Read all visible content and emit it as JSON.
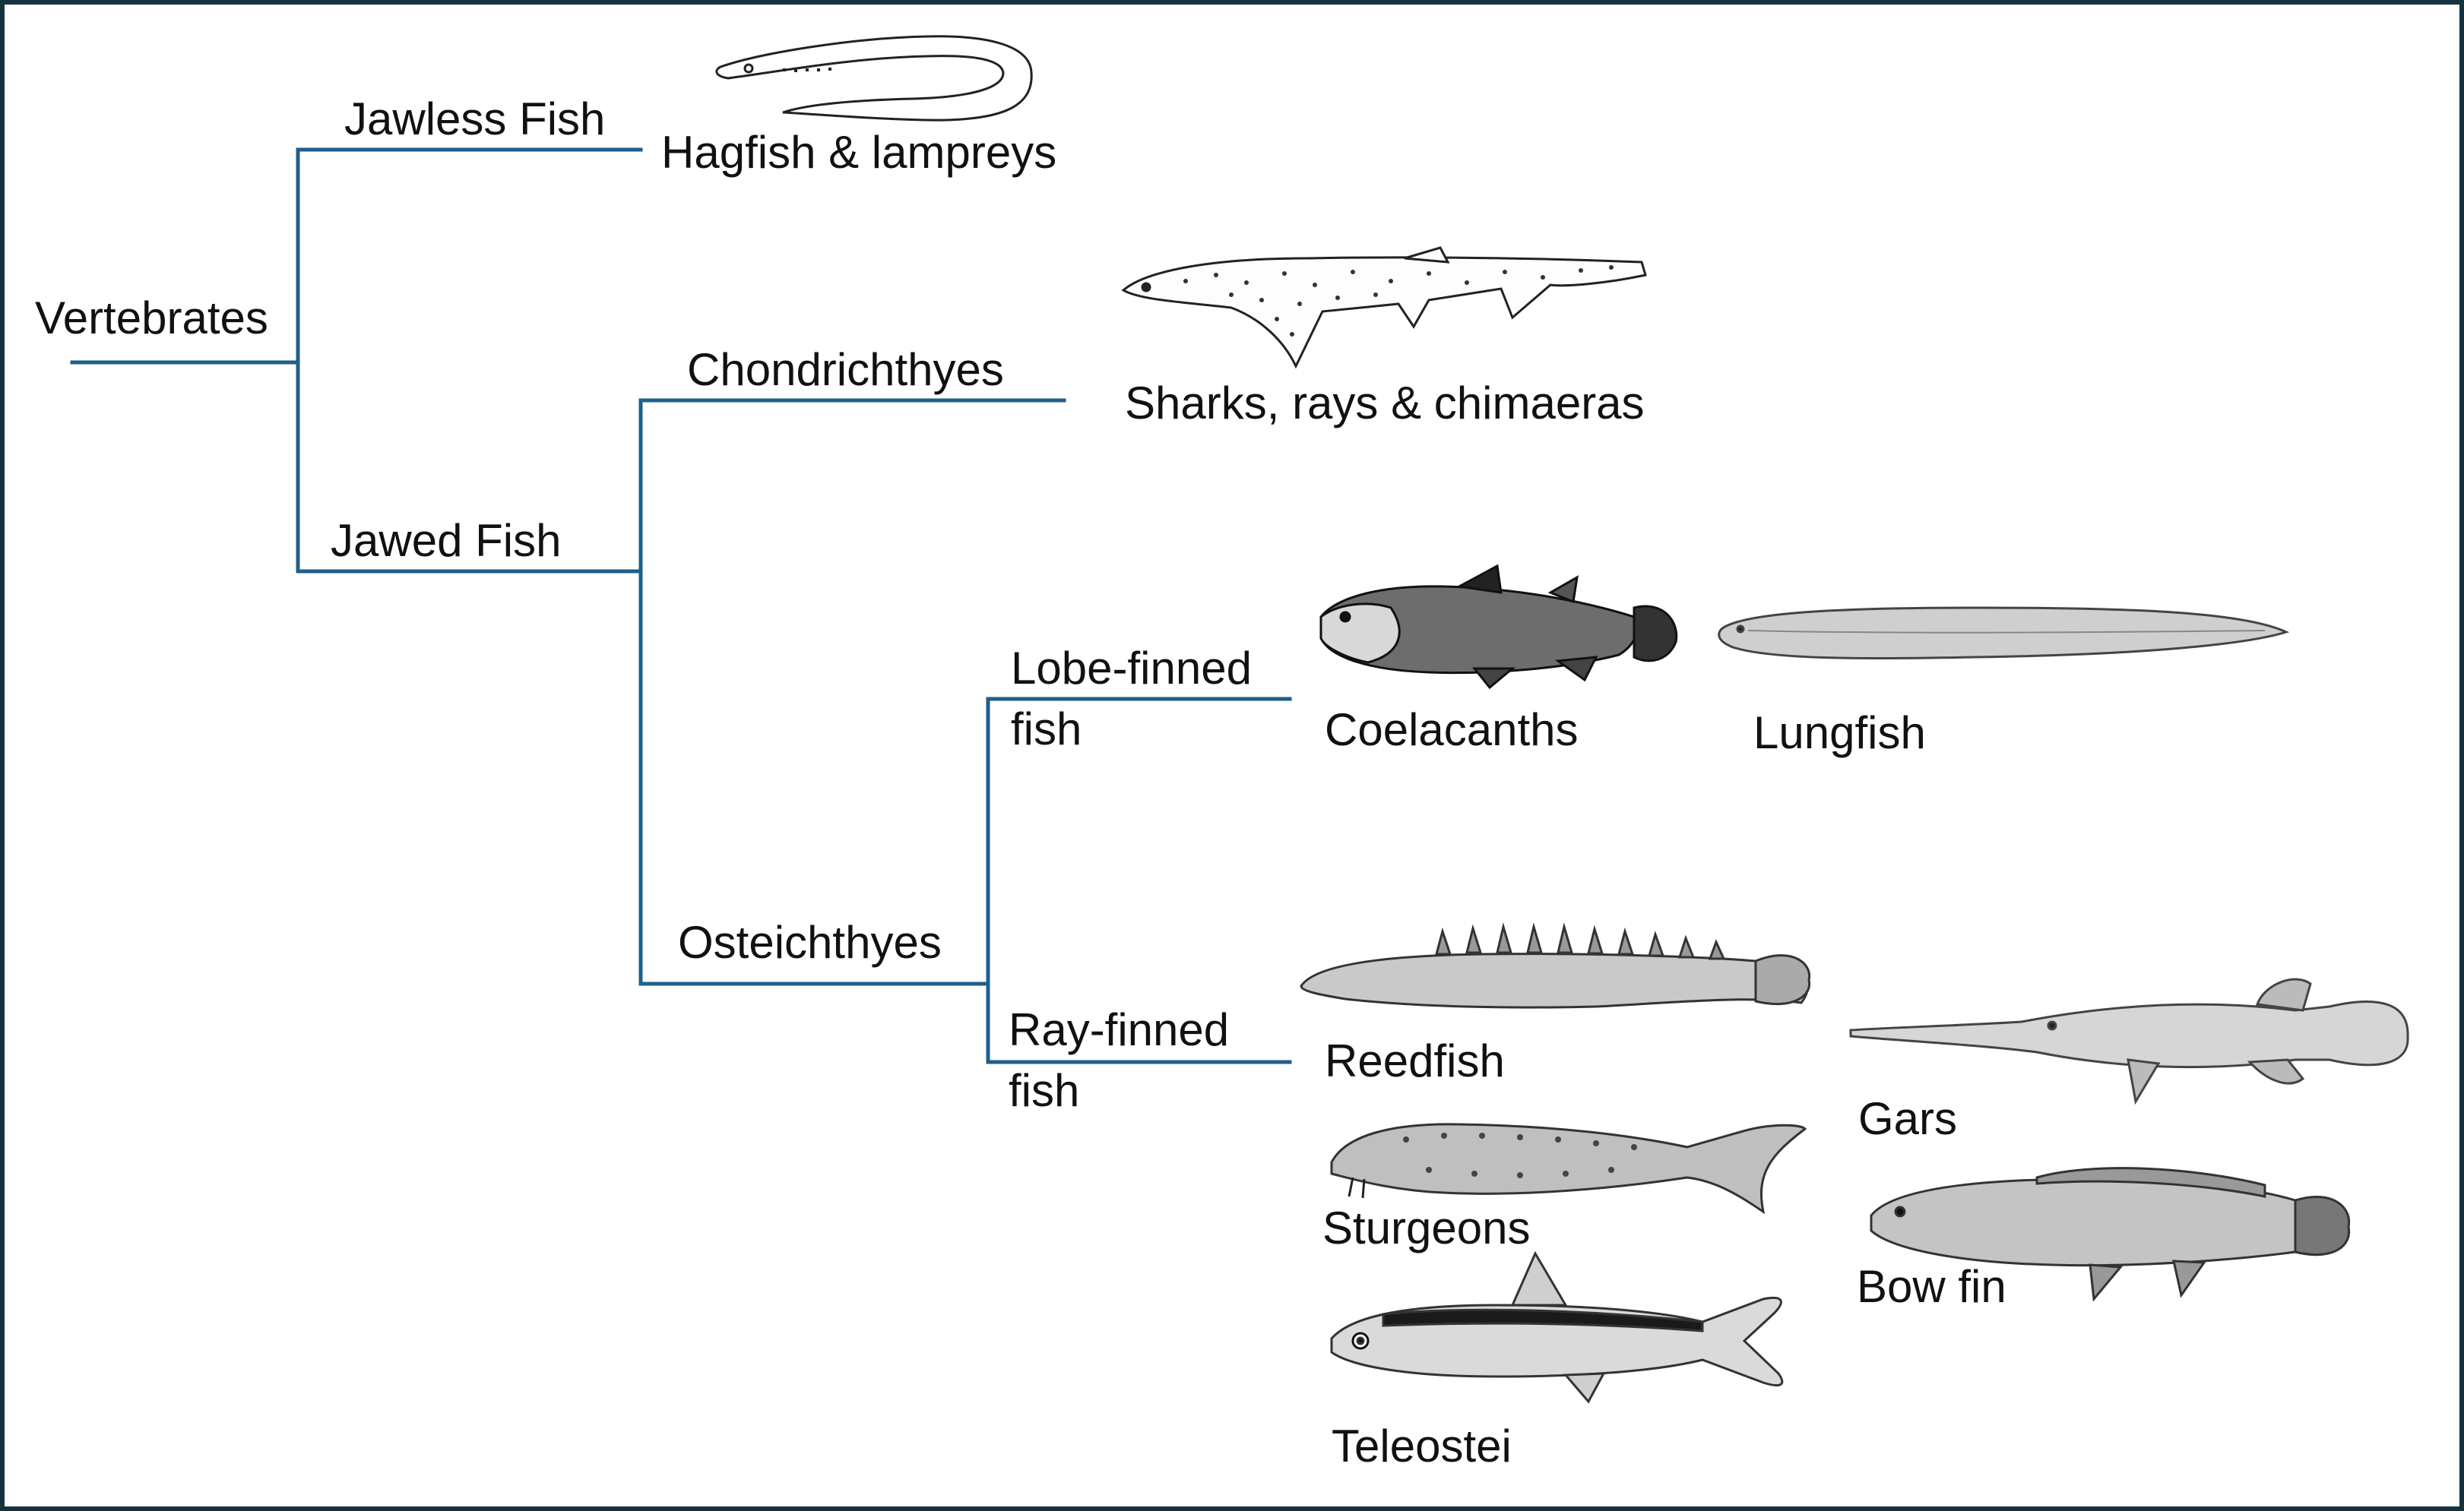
{
  "colors": {
    "branch": "#1f5f8b",
    "frame": "#16323f",
    "ink": "#111111"
  },
  "nodes": {
    "vertebrates": "Vertebrates",
    "jawless": "Jawless Fish",
    "jawed": "Jawed Fish",
    "chondrichthyes": "Chondrichthyes",
    "osteichthyes": "Osteichthyes",
    "lobe": "Lobe-finned\nfish",
    "ray": "Ray-finned\nfish"
  },
  "taxa": {
    "hagfish": "Hagfish & lampreys",
    "sharks": "Sharks, rays & chimaeras",
    "coelacanths": "Coelacanths",
    "lungfish": "Lungfish",
    "reedfish": "Reedfish",
    "gars": "Gars",
    "sturgeons": "Sturgeons",
    "bowfin": "Bow fin",
    "teleostei": "Teleostei"
  },
  "illustrations": [
    "lamprey-illustration",
    "shark-illustration",
    "coelacanth-illustration",
    "lungfish-illustration",
    "reedfish-illustration",
    "gar-illustration",
    "sturgeon-illustration",
    "bowfin-illustration",
    "teleost-illustration"
  ]
}
